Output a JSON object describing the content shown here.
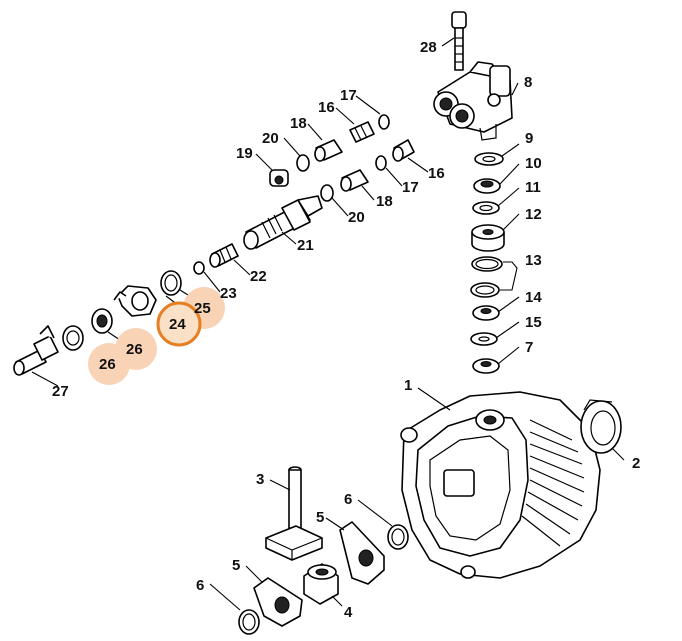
{
  "diagram": {
    "callouts": [
      {
        "id": "c28",
        "text": "28"
      },
      {
        "id": "c8",
        "text": "8"
      },
      {
        "id": "c17a",
        "text": "17"
      },
      {
        "id": "c16a",
        "text": "16"
      },
      {
        "id": "c18a",
        "text": "18"
      },
      {
        "id": "c20a",
        "text": "20"
      },
      {
        "id": "c19",
        "text": "19"
      },
      {
        "id": "c16b",
        "text": "16"
      },
      {
        "id": "c17b",
        "text": "17"
      },
      {
        "id": "c18b",
        "text": "18"
      },
      {
        "id": "c20b",
        "text": "20"
      },
      {
        "id": "c21",
        "text": "21"
      },
      {
        "id": "c22",
        "text": "22"
      },
      {
        "id": "c23",
        "text": "23"
      },
      {
        "id": "c9",
        "text": "9"
      },
      {
        "id": "c10",
        "text": "10"
      },
      {
        "id": "c11",
        "text": "11"
      },
      {
        "id": "c12",
        "text": "12"
      },
      {
        "id": "c13",
        "text": "13"
      },
      {
        "id": "c14",
        "text": "14"
      },
      {
        "id": "c15",
        "text": "15"
      },
      {
        "id": "c7",
        "text": "7"
      },
      {
        "id": "c1",
        "text": "1"
      },
      {
        "id": "c2",
        "text": "2"
      },
      {
        "id": "c3",
        "text": "3"
      },
      {
        "id": "c6a",
        "text": "6"
      },
      {
        "id": "c5a",
        "text": "5"
      },
      {
        "id": "c5b",
        "text": "5"
      },
      {
        "id": "c6b",
        "text": "6"
      },
      {
        "id": "c4",
        "text": "4"
      },
      {
        "id": "c27",
        "text": "27"
      }
    ],
    "highlighted": [
      {
        "id": "h25",
        "text": "25",
        "style": "soft"
      },
      {
        "id": "h24",
        "text": "24",
        "style": "selected"
      },
      {
        "id": "h26a",
        "text": "26",
        "style": "soft"
      },
      {
        "id": "h26b",
        "text": "26",
        "style": "soft"
      }
    ],
    "colors": {
      "highlight_soft": "#f9d3b6",
      "highlight_ring": "#e67e22",
      "highlight_fill": "#fbe0c8",
      "line": "#000000"
    }
  }
}
